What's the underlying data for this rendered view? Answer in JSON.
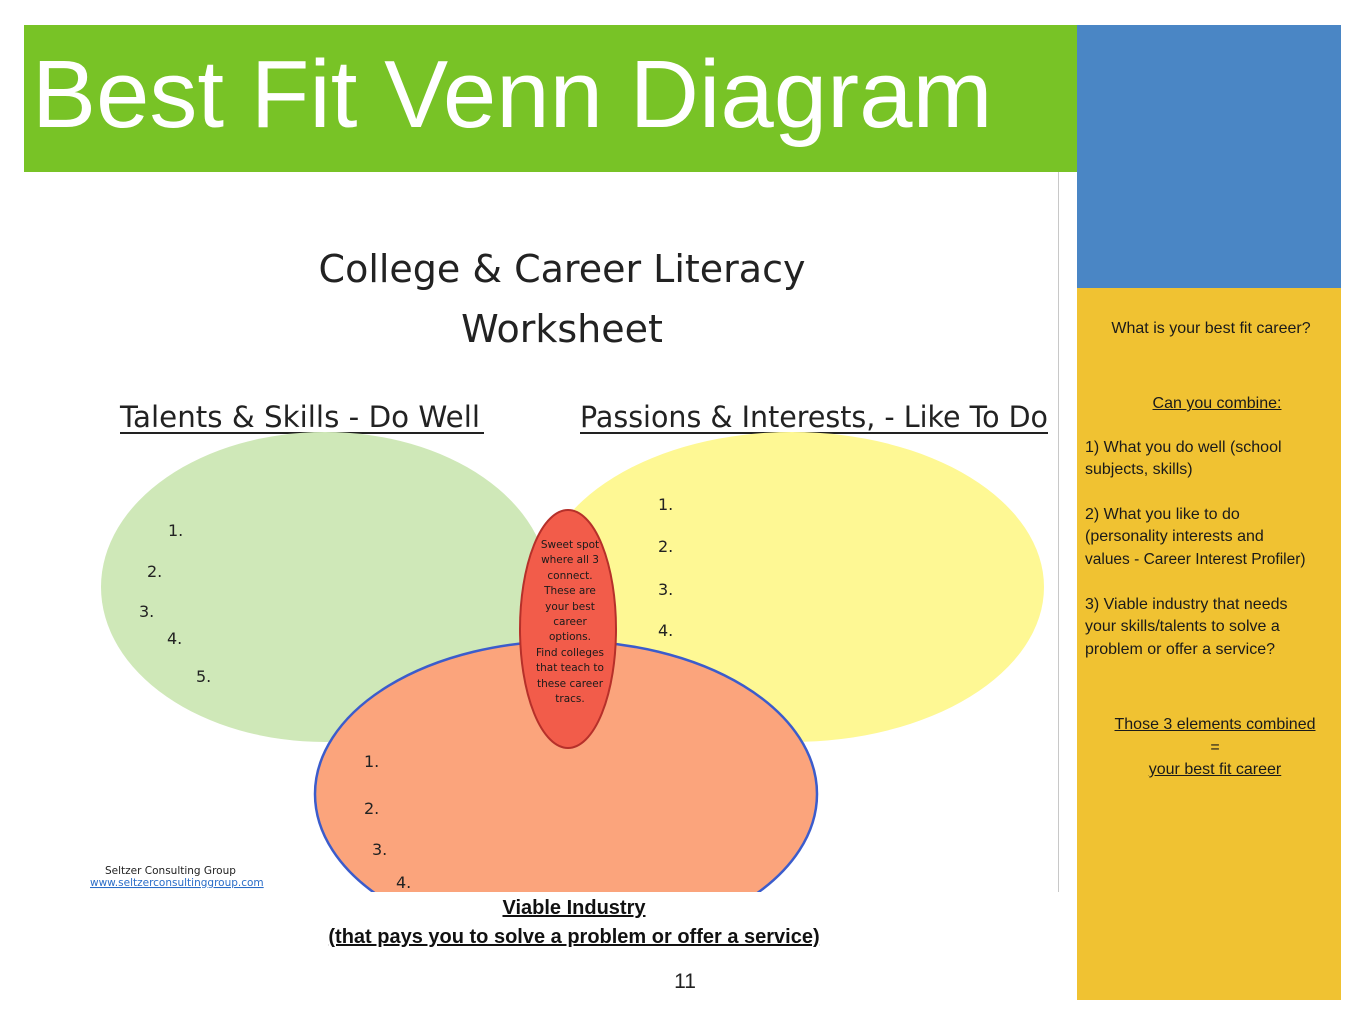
{
  "slide": {
    "title": "Best Fit Venn Diagram",
    "page_number": "11",
    "colors": {
      "title_bar": "#78c326",
      "blue_box": "#4a86c5",
      "yellow_panel": "#f0c232"
    }
  },
  "worksheet": {
    "heading_line1": "College & Career Literacy",
    "heading_line2": "Worksheet",
    "left_circle": {
      "label": "Talents & Skills - Do Well",
      "items": [
        "1.",
        "2.",
        "3.",
        "4.",
        "5."
      ],
      "color": "#cfe8b8"
    },
    "right_circle": {
      "label": "Passions & Interests, - Like To Do",
      "items": [
        "1.",
        "2.",
        "3.",
        "4."
      ],
      "color": "#fef894"
    },
    "bottom_circle": {
      "items": [
        "1.",
        "2.",
        "3.",
        "4."
      ],
      "color": "#fba47c"
    },
    "sweet_spot": {
      "lines": [
        "Sweet spot",
        "where all 3",
        "connect.",
        "These are",
        "your best",
        "career",
        "options.",
        "Find colleges",
        "that teach to",
        "these career",
        "tracs."
      ],
      "color": "#f25c4a"
    },
    "credit": {
      "company": "Seltzer Consulting Group",
      "website": "www.seltzerconsultinggroup.com"
    }
  },
  "caption": {
    "line1": "Viable Industry",
    "line2": "(that pays you to solve a problem or offer a service)"
  },
  "sidebar": {
    "question": "What is your best fit career?",
    "combine_heading": "Can you combine:",
    "point1": [
      "1) What you do well (school",
      "subjects, skills)"
    ],
    "point2": [
      "2) What you like to do",
      "(personality interests and",
      "values - Career Interest Profiler)"
    ],
    "point3": [
      "3) Viable industry that needs",
      "your skills/talents to solve a",
      "problem or offer a service?"
    ],
    "conclusion": [
      "Those 3 elements combined",
      "=",
      "your best fit career"
    ]
  }
}
